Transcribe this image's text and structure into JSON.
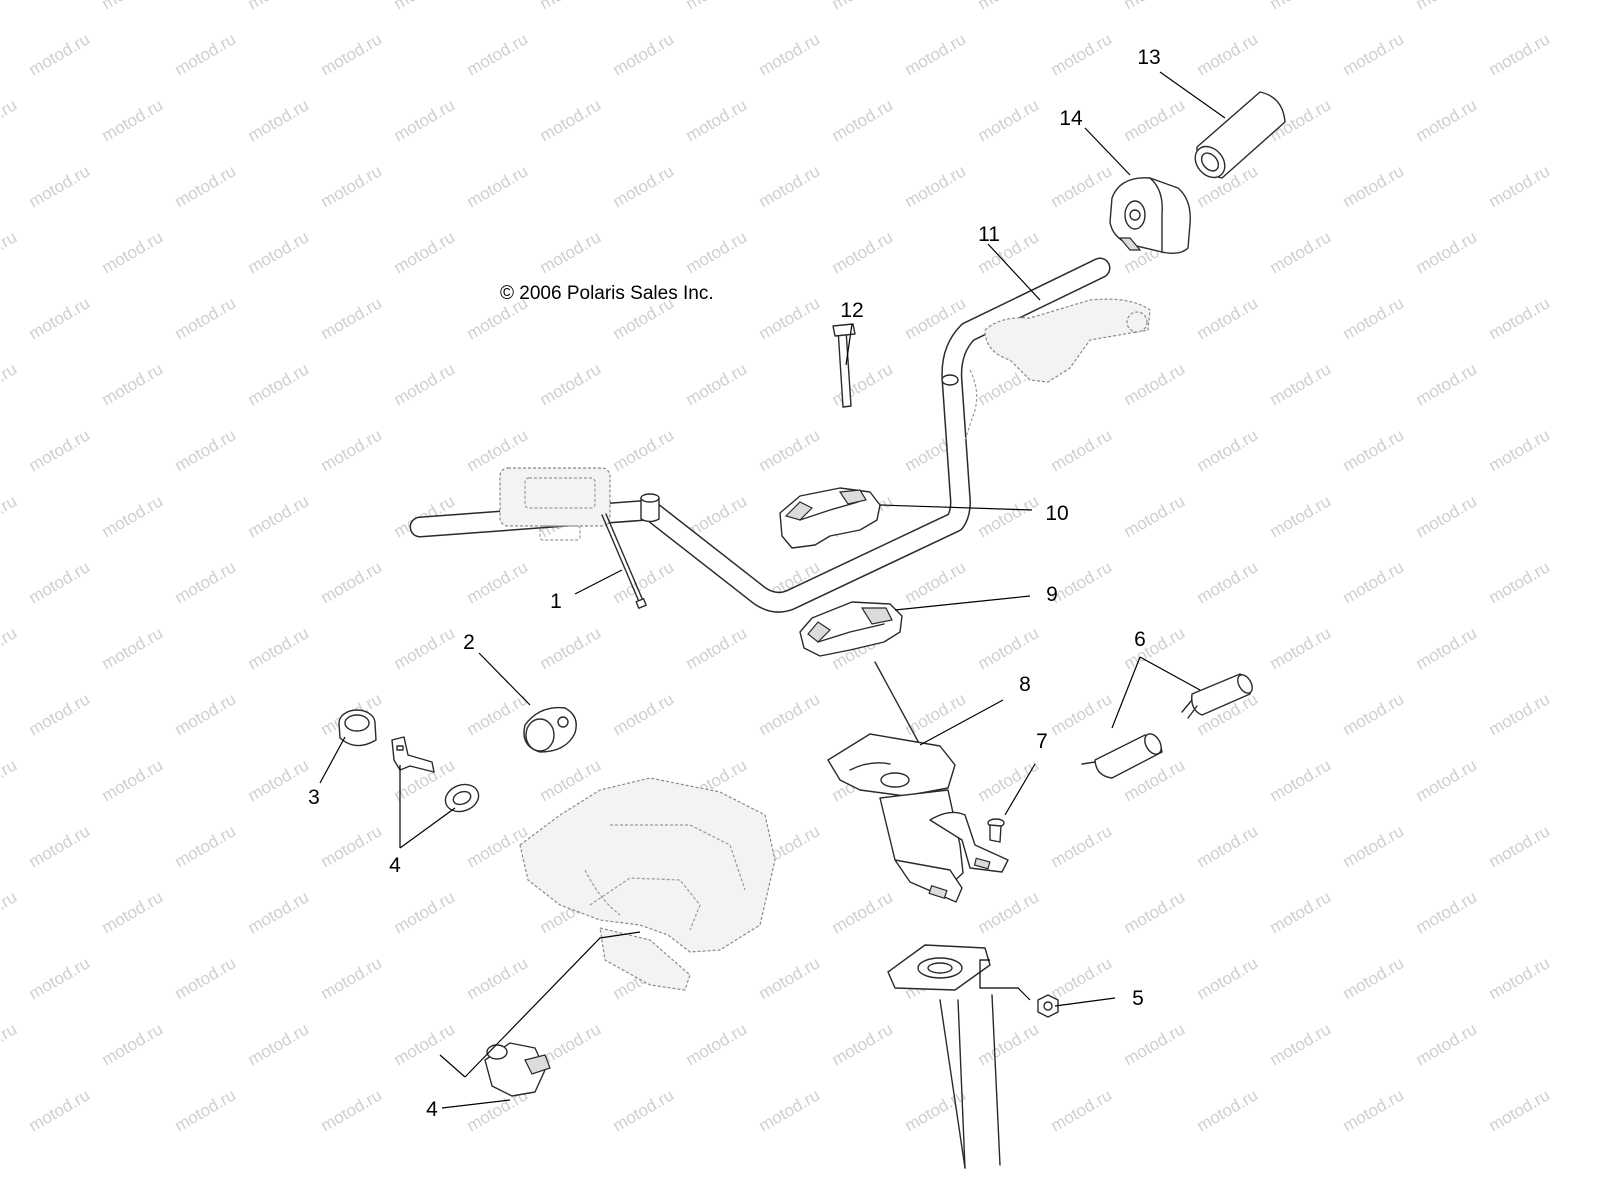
{
  "copyright": "© 2006 Polaris Sales Inc.",
  "watermark": "motod.ru",
  "callouts": {
    "c1": "1",
    "c2": "2",
    "c3": "3",
    "c4a": "4",
    "c4b": "4",
    "c5": "5",
    "c6": "6",
    "c7": "7",
    "c8": "8",
    "c9": "9",
    "c10": "10",
    "c11": "11",
    "c12": "12",
    "c13": "13",
    "c14": "14"
  }
}
